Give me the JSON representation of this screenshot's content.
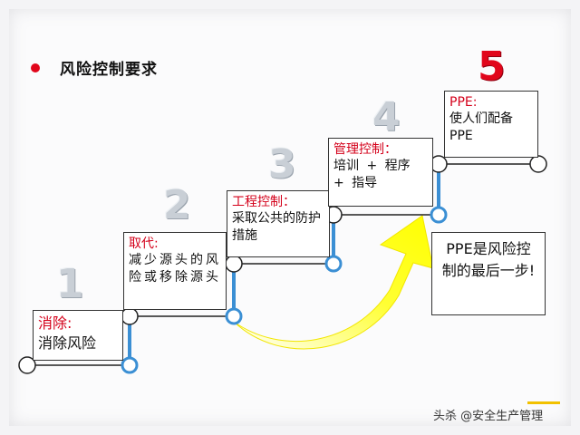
{
  "title": "风险控制要求",
  "steps": [
    {
      "number": "1",
      "head": "消除:",
      "body": "消除风险"
    },
    {
      "number": "2",
      "head": "取代:",
      "body": "减少源头的风险或移除源头"
    },
    {
      "number": "3",
      "head": "工程控制：",
      "body": "采取公共的防护措施"
    },
    {
      "number": "4",
      "head": "管理控制：",
      "body": "培训 + 程序 + 指导"
    },
    {
      "number": "5",
      "head": "PPE:",
      "body": "使人们配备PPE"
    }
  ],
  "callout": "PPE是风险控制的最后一步!",
  "watermark": "头杀 @安全生产管理",
  "colors": {
    "accent_red": "#e1061b",
    "connector_blue": "#3b8fd4",
    "arrow_yellow": "#ffff00"
  }
}
